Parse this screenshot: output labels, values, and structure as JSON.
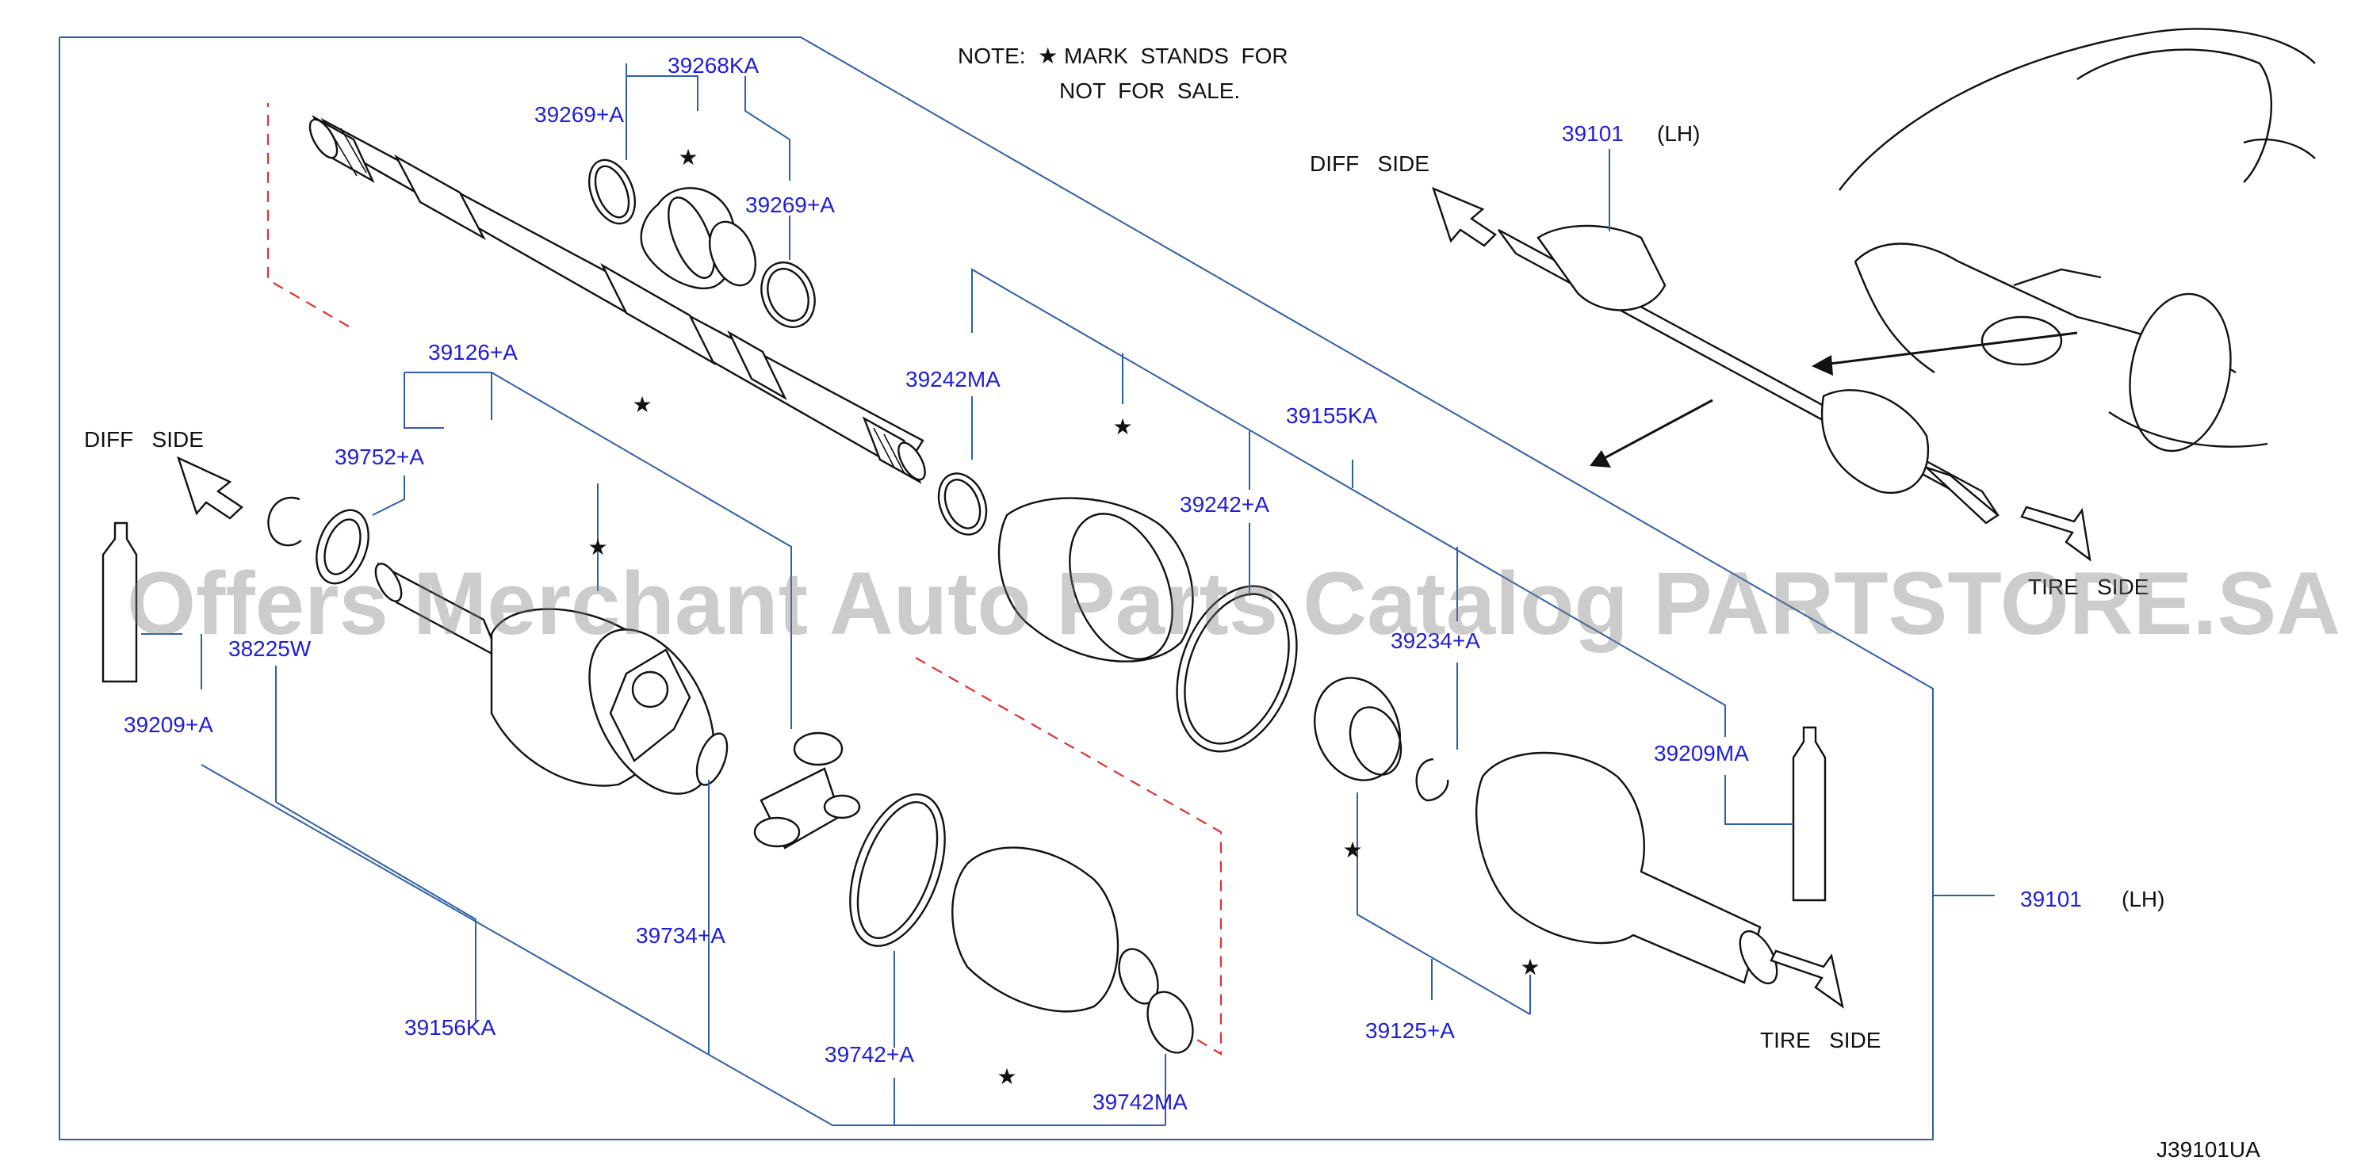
{
  "note": {
    "line1": "NOTE:  ★ MARK  STANDS  FOR",
    "line2": "NOT  FOR  SALE."
  },
  "drawing_code": "J39101UA",
  "watermark": "Offers Merchant Auto Parts Catalog PARTSTORE.SA",
  "directions": {
    "diff_side_left": "DIFF   SIDE",
    "diff_side_inset": "DIFF   SIDE",
    "tire_side_inset": "TIRE   SIDE",
    "tire_side_bottom": "TIRE   SIDE"
  },
  "star_symbol": "★",
  "part_labels": {
    "p39268KA": "39268KA",
    "p39269A_top": "39269+A",
    "p39269A_mid": "39269+A",
    "p39126A": "39126+A",
    "p39752A": "39752+A",
    "p38225W": "38225W",
    "p39209A": "39209+A",
    "p39156KA": "39156KA",
    "p39242MA": "39242MA",
    "p39242A": "39242+A",
    "p39155KA": "39155KA",
    "p39234A": "39234+A",
    "p39209MA": "39209MA",
    "p39101_main": "39101",
    "p39101_main_side": "(LH)",
    "p39734A": "39734+A",
    "p39742A": "39742+A",
    "p39742MA": "39742MA",
    "p39125A": "39125+A",
    "p39101_inset": "39101",
    "p39101_inset_side": "(LH)"
  },
  "colors": {
    "label_blue": "#1f1fd8",
    "leader_blue": "#2f5fa8",
    "phantom_red": "#e23030",
    "line_black": "#111111"
  }
}
